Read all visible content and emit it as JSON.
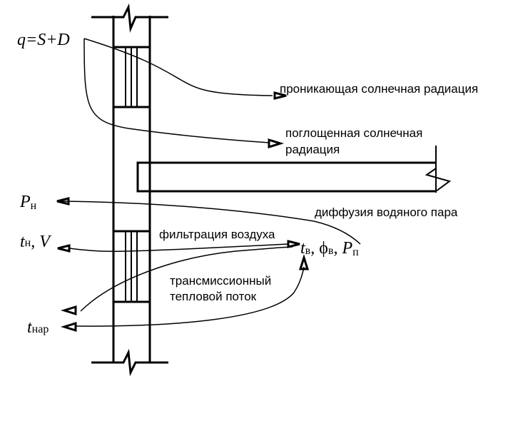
{
  "labels": {
    "q_formula": "q=S+D",
    "penetrating": "проникающая солнечная радиация",
    "absorbed_line1": "поглощенная солнечная",
    "absorbed_line2": "радиация",
    "vapor_diffusion": "диффузия водяного пара",
    "air_filtration": "фильтрация воздуха",
    "transmission_line1": "трансмиссионный",
    "transmission_line2": "тепловой поток"
  },
  "symbols": {
    "p_n": {
      "main": "P",
      "sub": "н"
    },
    "t_n": {
      "main": "t",
      "sub": "н"
    },
    "v": "V",
    "t_v": {
      "main": "t",
      "sub": "в"
    },
    "phi_v": {
      "main": "ϕ",
      "sub": "в"
    },
    "p_p": {
      "main": "P",
      "sub": "п"
    },
    "t_nar": {
      "main": "t",
      "sub": "нар"
    }
  },
  "separator": ", "
}
